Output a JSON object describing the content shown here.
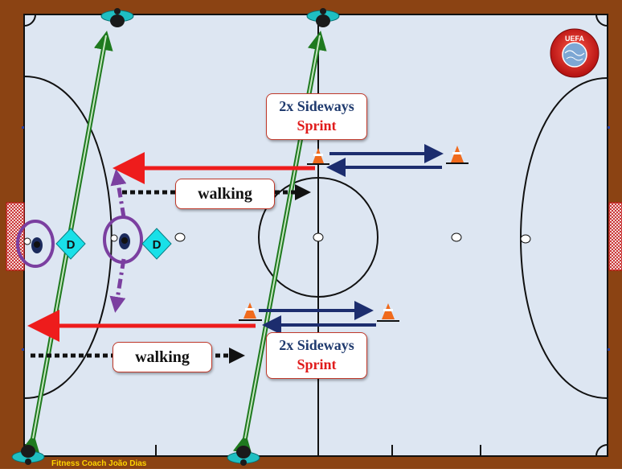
{
  "colors": {
    "wood": "#8b4313",
    "floor": "#dde6f2",
    "red_arrow": "#ee1c1c",
    "navy_arrow": "#1c2d6e",
    "green_arrow": "#2e8b2e",
    "purple": "#7b3fa0",
    "defender": "#19e0e8",
    "cone": "#f06a1c"
  },
  "logo": {
    "text": "UEFA"
  },
  "labels": {
    "sprint_top_line1": "2x Sideways",
    "sprint_top_line2": "Sprint",
    "sprint_bottom_line1": "2x Sideways",
    "sprint_bottom_line2": "Sprint",
    "walking_top": "walking",
    "walking_bottom": "walking",
    "defender_left": "D",
    "defender_right": "D"
  },
  "credit": "Fitness Coach  João Dias"
}
